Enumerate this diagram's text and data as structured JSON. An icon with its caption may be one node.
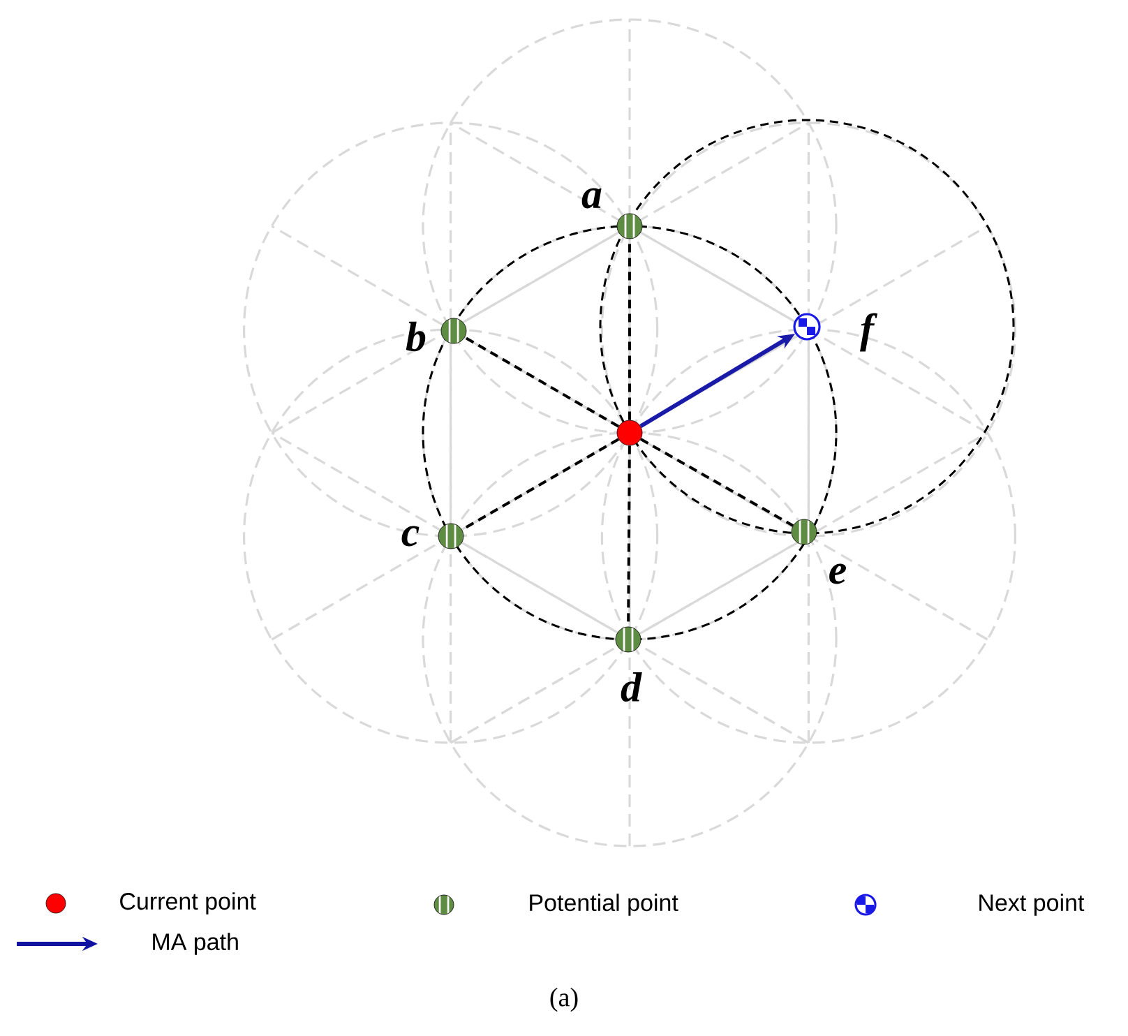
{
  "diagram": {
    "caption": "(a)",
    "nodes": [
      {
        "text": [],
        "shape": "circle"
      },
      {
        "text": [],
        "shape": "circle",
        "beside": [
          "a"
        ]
      },
      {
        "text": [],
        "shape": "circle",
        "beside": [
          "b"
        ]
      },
      {
        "text": [],
        "shape": "circle",
        "beside": [
          "c"
        ]
      },
      {
        "text": [],
        "shape": "circle",
        "beside": [
          "d"
        ]
      },
      {
        "text": [],
        "shape": "circle",
        "beside": [
          "e"
        ]
      },
      {
        "text": [],
        "shape": "circle",
        "beside": [
          "f"
        ]
      }
    ],
    "edges": [
      {
        "from": 0,
        "to": 1,
        "arrow": "none",
        "style": "dashed"
      },
      {
        "from": 0,
        "to": 2,
        "arrow": "none",
        "style": "dashed"
      },
      {
        "from": 0,
        "to": 3,
        "arrow": "none",
        "style": "dashed"
      },
      {
        "from": 0,
        "to": 4,
        "arrow": "none",
        "style": "dashed"
      },
      {
        "from": 0,
        "to": 5,
        "arrow": "none",
        "style": "dashed"
      },
      {
        "from": 0,
        "to": 6,
        "arrow": "to",
        "color": "#1a1aa8"
      }
    ],
    "legend": [
      {
        "text": "Current point",
        "color": "#ff0000"
      },
      {
        "text": "Potential point"
      },
      {
        "text": "Next point"
      },
      {
        "text": "MA path"
      }
    ]
  }
}
